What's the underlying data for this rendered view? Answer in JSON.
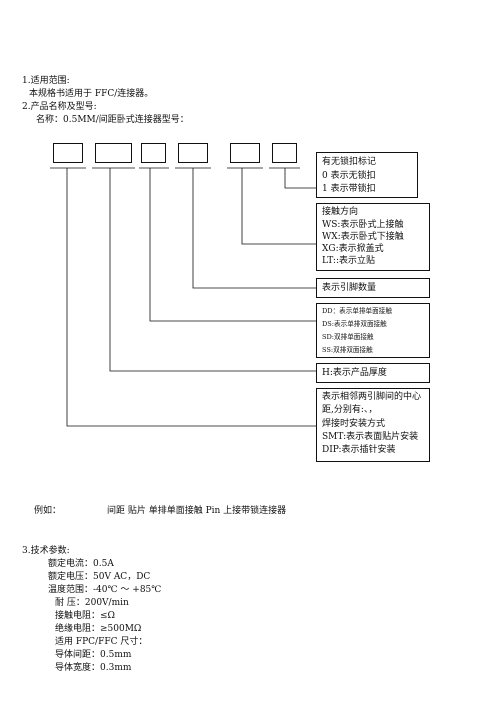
{
  "sections": {
    "s1_title": "1.适用范围:",
    "s1_body": "本规格书适用于 FFC/连接器。",
    "s2_title": "2.产品名称及型号:",
    "s2_body": "名称：0.5MM/间距卧式连接器型号："
  },
  "boxes": [
    {
      "lines": [
        "有无锁扣标记",
        "0 表示无锁扣",
        "1 表示带锁扣"
      ]
    },
    {
      "lines": [
        "接触方向",
        "WS:表示卧式上接触",
        "WX:表示卧式下接触",
        "XG:表示掀盖式",
        "LT::表示立贴"
      ]
    },
    {
      "lines": [
        "表示引脚数量"
      ]
    },
    {
      "lines": [
        "DD：表示单排单面接触",
        "DS:表示单排双面接触",
        "SD:双排单面接触",
        "SS:双排双面接触"
      ]
    },
    {
      "lines": [
        "H:表示产品厚度"
      ]
    },
    {
      "lines": [
        "表示相邻两引脚间的中心",
        "距,分别有:、，",
        "焊接时安装方式",
        "SMT:表示表面贴片安装",
        "DIP:表示插针安装"
      ]
    }
  ],
  "example": {
    "label": "例如：",
    "text": "间距  贴片  单排单面接触 Pin 上接带锁连接器"
  },
  "section3": {
    "title": "3.技术参数:",
    "params": [
      "额定电流：0.5A",
      "额定电压：50V AC，DC",
      "温度范围：-40℃ ～ +85℃",
      "耐    压：200V/min",
      "接触电阻：≤Ω",
      "绝缘电阻：≥500MΩ",
      "适用 FPC/FFC 尺寸：",
      "导体间距：0.5mm",
      "导体宽度：0.3mm"
    ]
  }
}
